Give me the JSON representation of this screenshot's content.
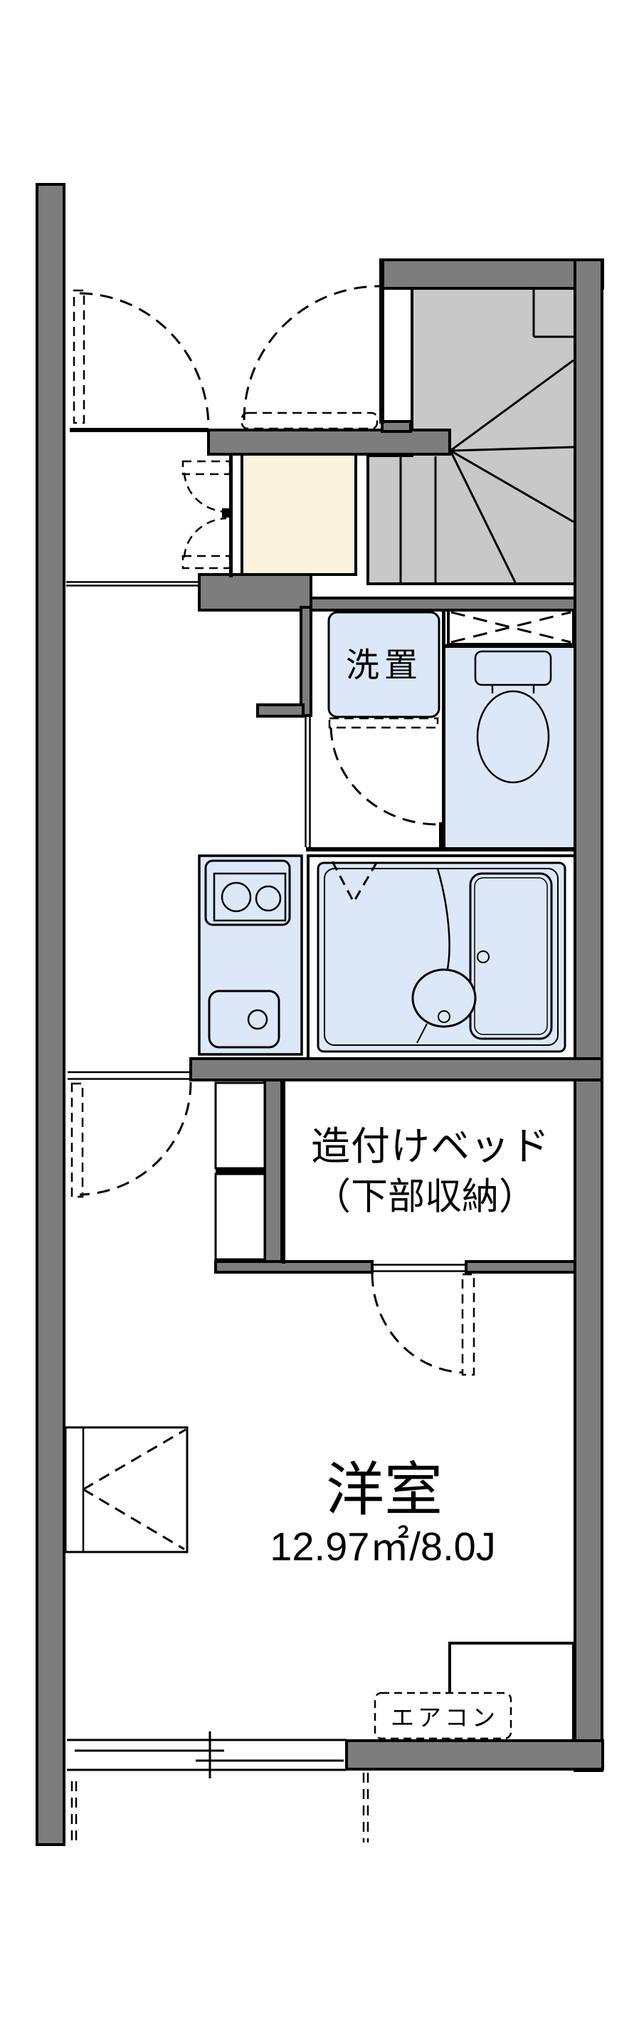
{
  "floorplan": {
    "labels": {
      "washer": "洗置",
      "bed_line1": "造付けベッド",
      "bed_line2": "（下部収納）",
      "room_name": "洋室",
      "room_size": "12.97㎡/8.0J",
      "aircon": "エアコン"
    },
    "colors": {
      "wall_gray": "#7d7d7d",
      "stair_gray": "#c8c8c8",
      "fixture_blue": "#dce8f8",
      "genkan_cream": "#fcf3dc",
      "line_black": "#000000",
      "background": "#ffffff"
    }
  }
}
